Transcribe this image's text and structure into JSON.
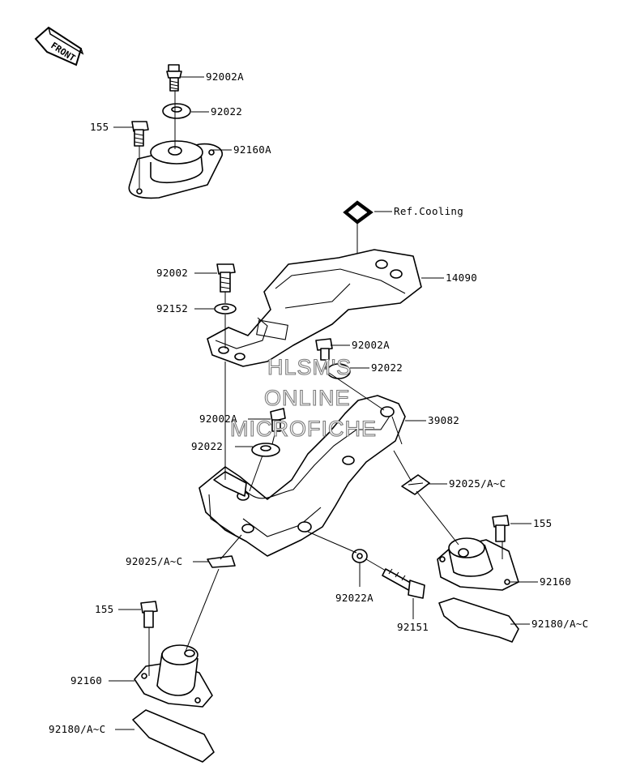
{
  "diagram": {
    "front_marker": "FRONT",
    "watermark": [
      "HLSM'S",
      "ONLINE",
      "MICROFICHE"
    ],
    "labels": {
      "l_92002A_top": "92002A",
      "l_92022_top": "92022",
      "l_155_top": "155",
      "l_92160A": "92160A",
      "l_ref_cooling": "Ref.Cooling",
      "l_92002": "92002",
      "l_14090": "14090",
      "l_92152": "92152",
      "l_92002A_mid": "92002A",
      "l_92022_mid": "92022",
      "l_39082": "39082",
      "l_92002A_left": "92002A",
      "l_92022_left": "92022",
      "l_92025_right": "92025/A~C",
      "l_155_right": "155",
      "l_92160_right": "92160",
      "l_92025_left": "92025/A~C",
      "l_92022A": "92022A",
      "l_92151": "92151",
      "l_92180_right": "92180/A~C",
      "l_155_left": "155",
      "l_92160_left": "92160",
      "l_92180_left": "92180/A~C"
    }
  }
}
